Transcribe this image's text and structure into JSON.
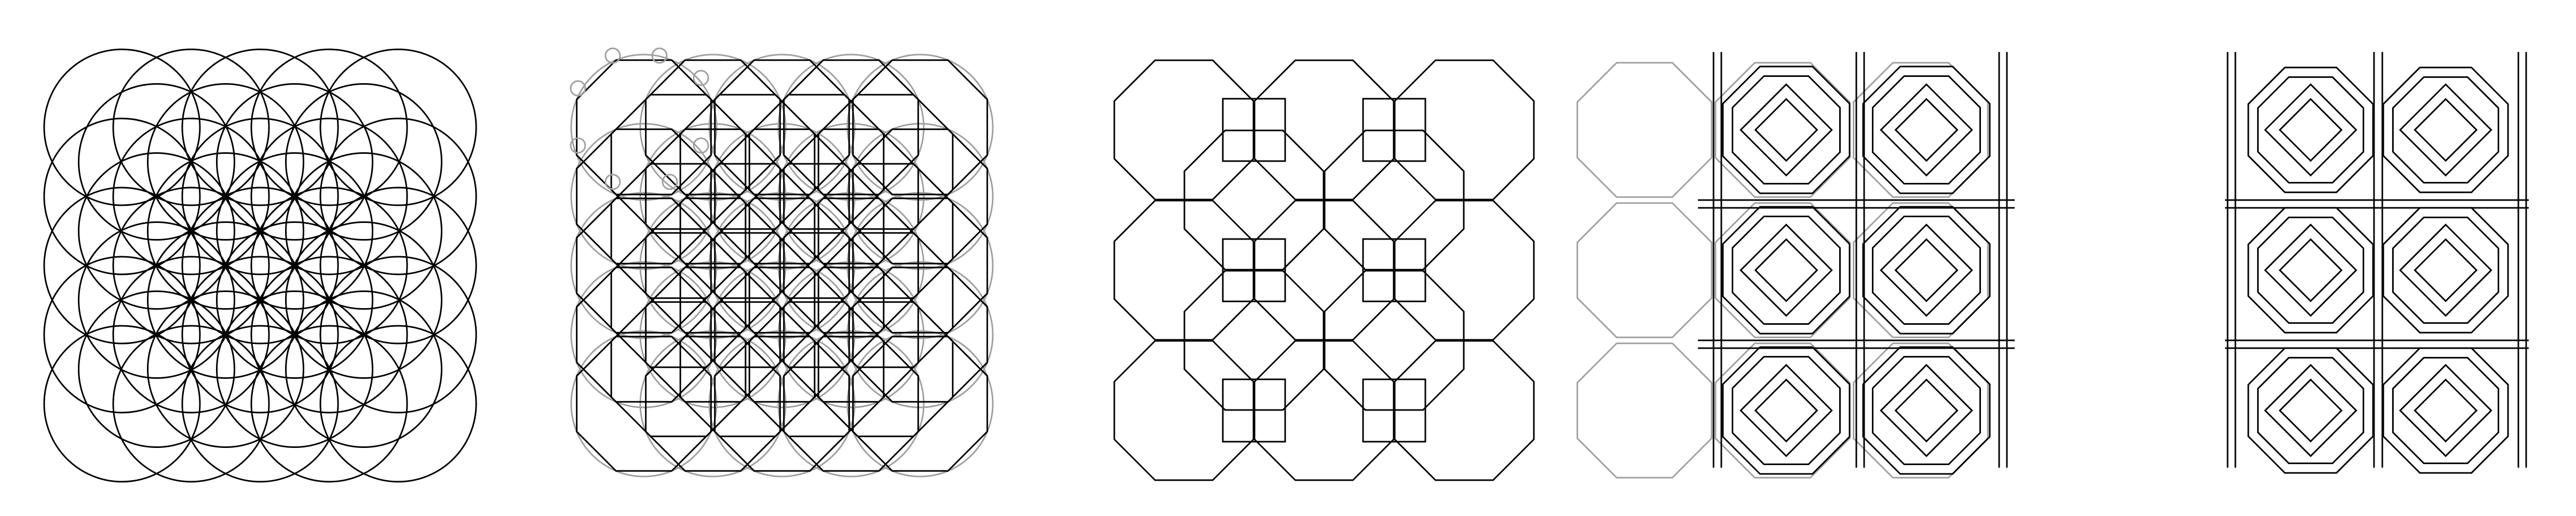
{
  "figure": {
    "panels": [
      {
        "id": "circle-grid",
        "stage": 1,
        "description_kind": "overlapping circles",
        "stroke": "#000000"
      },
      {
        "id": "circles-with-octagons",
        "stage": 2,
        "description_kind": "octagons inscribed over circles",
        "stroke_circle": "#999999",
        "stroke_octagon": "#000000"
      },
      {
        "id": "octagon-lattice",
        "stage": 3,
        "description_kind": "octagons only",
        "stroke": "#000000"
      },
      {
        "id": "interlace-with-guides",
        "stage": 4,
        "description_kind": "interlaced bands with guide octagons",
        "stroke": "#000000",
        "guide": "#aaaaaa"
      },
      {
        "id": "final-interlace",
        "stage": 5,
        "description_kind": "final knot pattern",
        "stroke": "#000000"
      }
    ],
    "colors": {
      "background": "#ffffff",
      "ink": "#000000",
      "guide": "#a0a0a0"
    }
  }
}
